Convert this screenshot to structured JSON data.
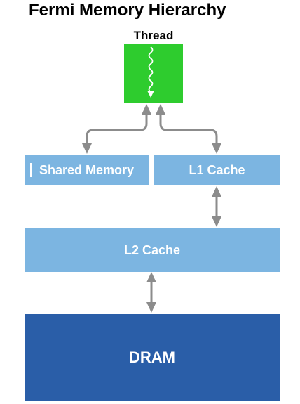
{
  "title": "Fermi Memory Hierarchy",
  "thread": {
    "label": "Thread"
  },
  "blocks": {
    "shared_memory": "Shared Memory",
    "l1_cache": "L1 Cache",
    "l2_cache": "L2 Cache",
    "dram": "DRAM"
  },
  "colors": {
    "thread": "#2ecc2e",
    "cache": "#7cb5e1",
    "dram": "#2a5ea8",
    "arrow": "#8c8c8c"
  },
  "icons": {
    "thread": "wavy-arrow-down-icon",
    "connectors": "double-headed-arrow-icon"
  }
}
